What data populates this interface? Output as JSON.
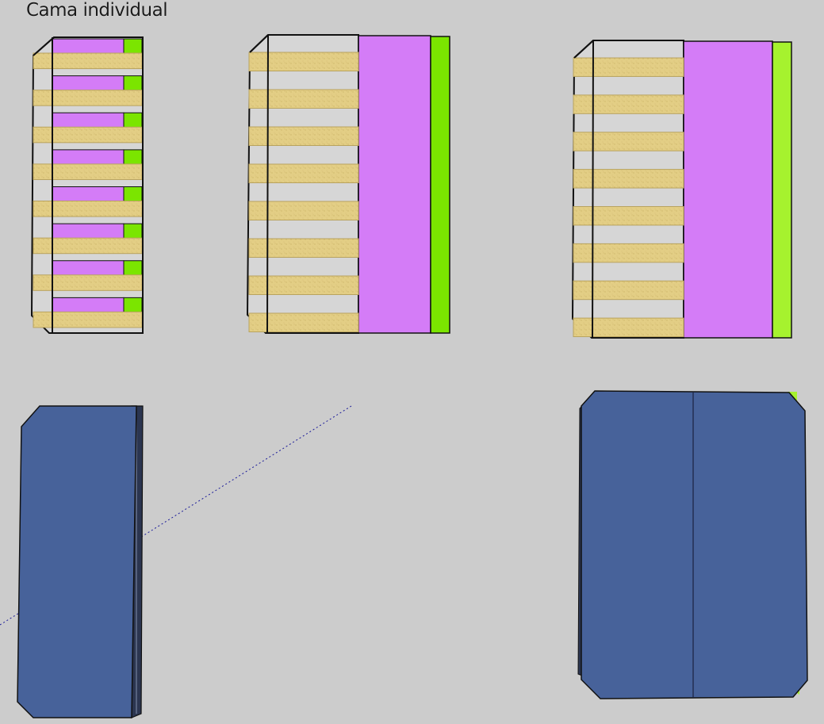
{
  "title": "Cama individual",
  "colors": {
    "background": "#cccccc",
    "slat": "#e3ce85",
    "slat_edge": "#b9a35e",
    "gap": "#d6d6d6",
    "mattress_top": "#d47cf7",
    "edge_strip_a": "#7be500",
    "edge_strip_b": "#a6f22e",
    "cover_blue": "#47629a",
    "outline": "#111111",
    "axis_line": "#1a1a99"
  },
  "models": [
    {
      "name": "bed-frame-single",
      "slats": 8,
      "insets": 8
    },
    {
      "name": "bed-frame-split",
      "slats": 8
    },
    {
      "name": "bed-frame-wide",
      "slats": 8
    }
  ],
  "covers": [
    {
      "name": "mattress-cover-single",
      "seam": false
    },
    {
      "name": "mattress-cover-double",
      "seam": true
    }
  ]
}
